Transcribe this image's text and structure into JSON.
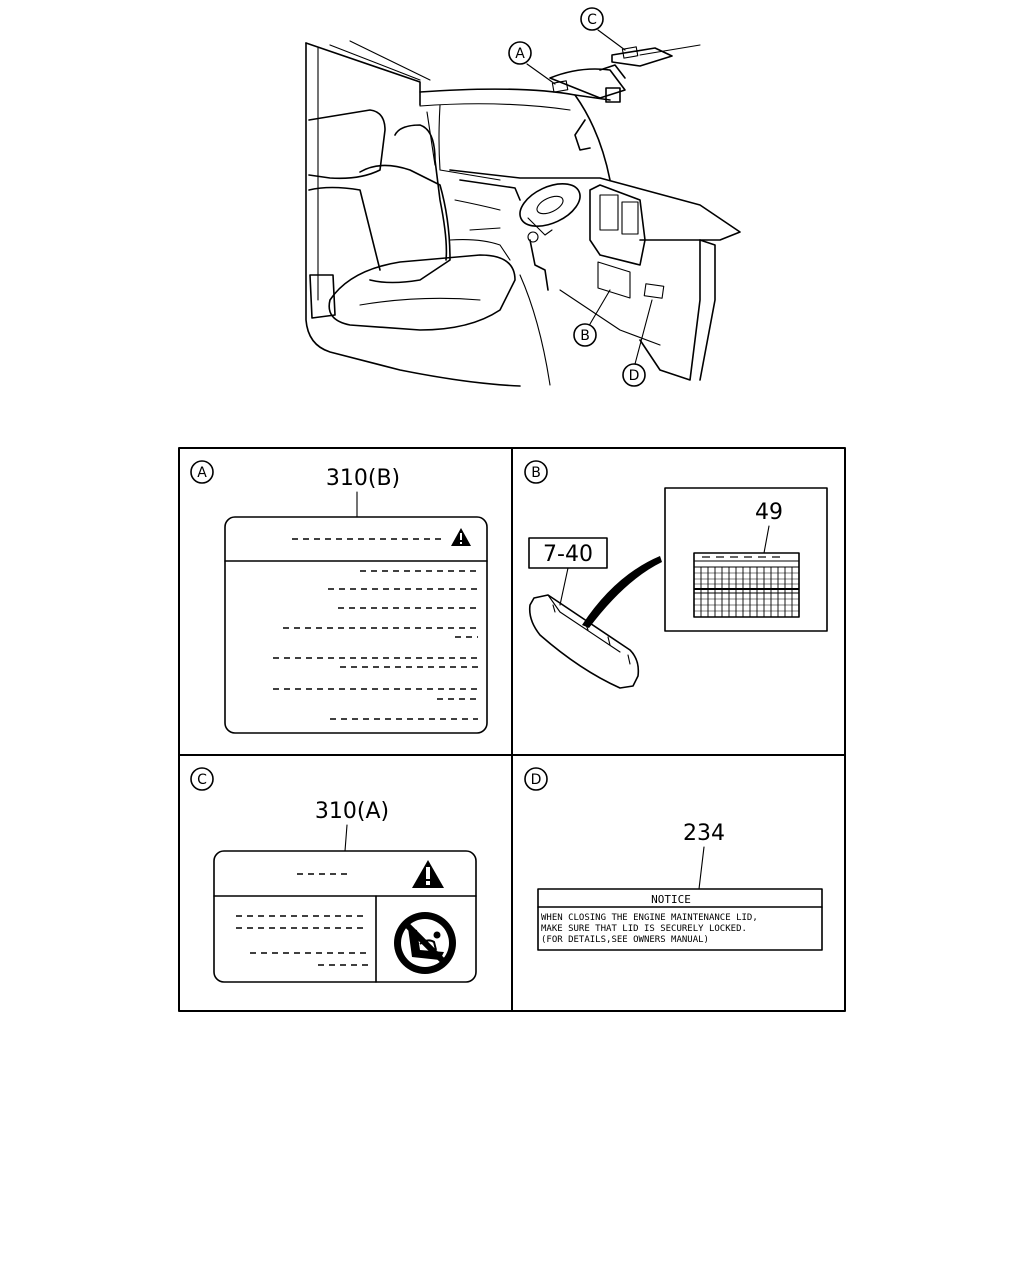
{
  "overview": {
    "callouts": {
      "a": "A",
      "b": "B",
      "c": "C",
      "d": "D"
    }
  },
  "panels": {
    "a": {
      "letter": "A",
      "part_number": "310(B)"
    },
    "b": {
      "letter": "B",
      "part_number_sticker": "49",
      "part_number_lid": "7-40"
    },
    "c": {
      "letter": "C",
      "part_number": "310(A)"
    },
    "d": {
      "letter": "D",
      "part_number": "234",
      "notice_title": "NOTICE",
      "notice_line1": "WHEN CLOSING THE ENGINE MAINTENANCE LID,",
      "notice_line2": "MAKE SURE THAT LID IS SECURELY LOCKED.",
      "notice_line3": "(FOR DETAILS,SEE OWNERS MANUAL)"
    }
  },
  "icons": [
    "warning-triangle-icon",
    "no-child-seat-icon"
  ]
}
